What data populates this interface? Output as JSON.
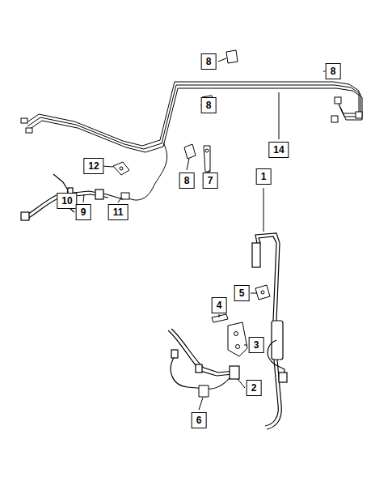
{
  "diagram": {
    "labels": [
      "8",
      "8",
      "8",
      "14",
      "12",
      "8",
      "7",
      "10",
      "9",
      "11",
      "1",
      "5",
      "4",
      "3",
      "2",
      "6"
    ]
  }
}
